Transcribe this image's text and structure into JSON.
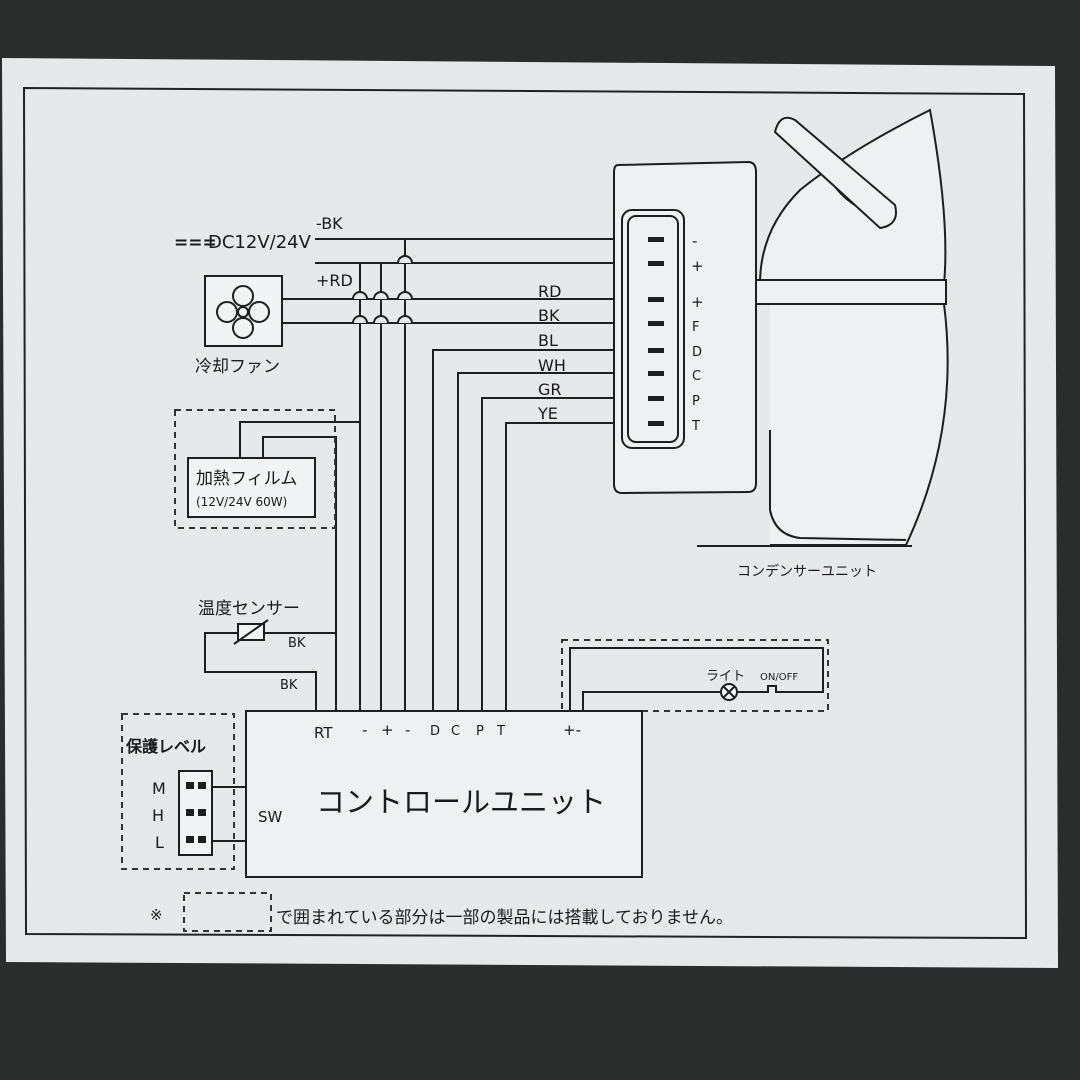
{
  "power": {
    "symbol": "===",
    "voltage": "DC12V/24V",
    "neg_wire": "-BK",
    "pos_wire": "+RD"
  },
  "fan": {
    "label": "冷却ファン"
  },
  "heater": {
    "label": "加熱フィルム",
    "spec": "(12V/24V 60W)"
  },
  "compressor": {
    "label": "コンデンサーユニット",
    "terminals": [
      "-",
      "+",
      "+",
      "F",
      "D",
      "C",
      "P",
      "T"
    ],
    "wires": [
      "RD",
      "BK",
      "BL",
      "WH",
      "GR",
      "YE"
    ]
  },
  "sensor": {
    "label": "温度センサー",
    "wire1": "BK",
    "wire2": "BK"
  },
  "control_unit": {
    "label": "コントロールユニット",
    "terminals": [
      "RT",
      "-",
      "+",
      "-",
      "D",
      "C",
      "P",
      "T"
    ],
    "sw_label": "SW",
    "light_terminals": "+-"
  },
  "light": {
    "label": "ライト",
    "switch": "ON/OFF"
  },
  "protection": {
    "label": "保護レベル",
    "levels": [
      "M",
      "H",
      "L"
    ]
  },
  "note": {
    "mark": "※",
    "text": "で囲まれている部分は一部の製品には搭載しておりません。"
  }
}
